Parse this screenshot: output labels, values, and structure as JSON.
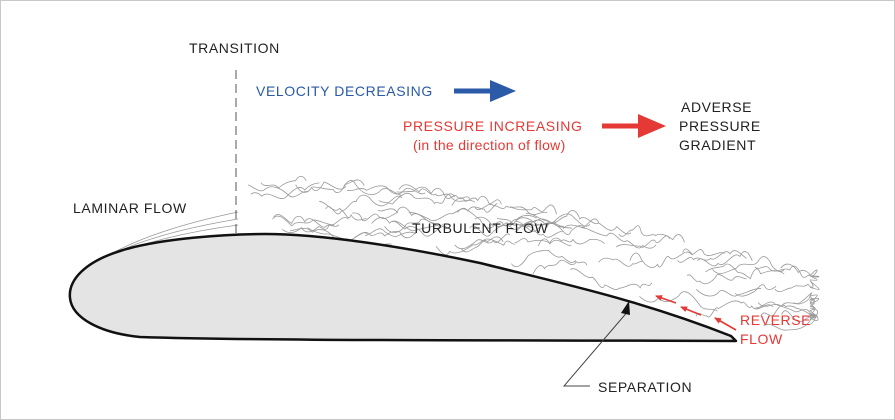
{
  "labels": {
    "transition": "TRANSITION",
    "velocity": "VELOCITY DECREASING",
    "pressure_line1": "PRESSURE INCREASING",
    "pressure_line2": "(in the direction of flow)",
    "adverse_line1": "ADVERSE",
    "adverse_line2": "PRESSURE",
    "adverse_line3": "GRADIENT",
    "laminar": "LAMINAR FLOW",
    "turbulent": "TURBULENT FLOW",
    "reverse_line1": "REVERSE",
    "reverse_line2": "FLOW",
    "separation": "SEPARATION"
  },
  "colors": {
    "velocity": "#2a5aa8",
    "pressure": "#e53935",
    "text": "#222222",
    "airfoil_fill": "#e4e4e4",
    "airfoil_stroke": "#111111",
    "flow_lines": "#9a9a9a"
  }
}
